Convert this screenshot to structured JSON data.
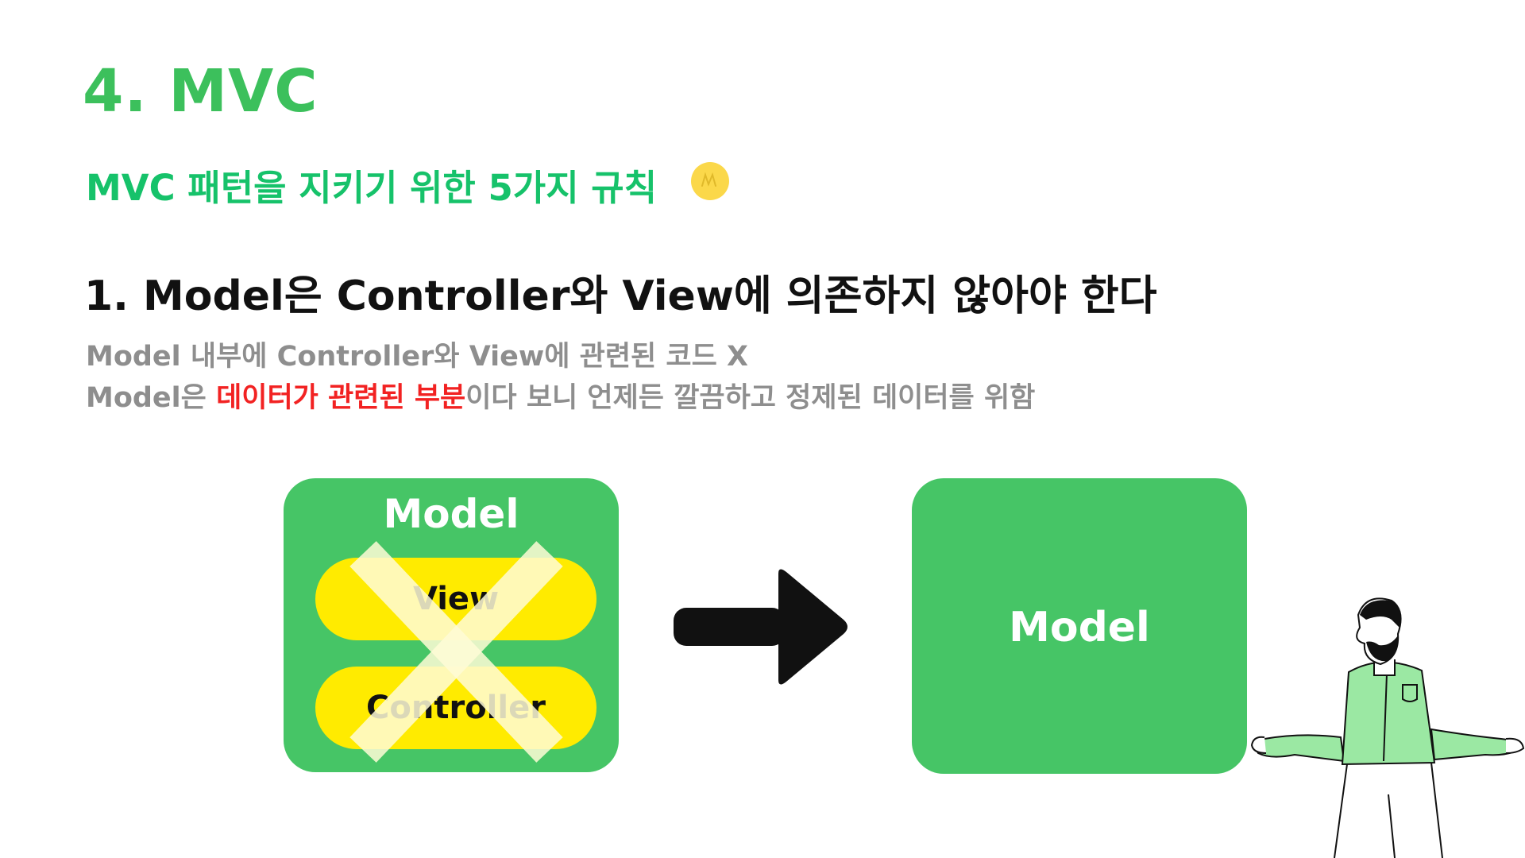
{
  "section_title": "4. MVC",
  "subtitle": "MVC 패턴을 지키기 위한 5가지 규칙",
  "rule_heading": "1. Model은 Controller와 View에 의존하지 않아야 한다",
  "description": {
    "line1": "Model 내부에 Controller와 View에 관련된 코드 X",
    "line2_prefix": "Model은 ",
    "line2_highlight": "데이터가 관련된 부분",
    "line2_suffix": "이다 보니 언제든 깔끔하고 정제된 데이터를 위함"
  },
  "diagram": {
    "before": {
      "title": "Model",
      "items": [
        "View",
        "Controller"
      ]
    },
    "after": {
      "title": "Model"
    }
  },
  "colors": {
    "accent_green": "#3cc05c",
    "subtitle_green": "#16c26a",
    "box_green": "#46c566",
    "pill_yellow": "#ffeb00",
    "highlight_red": "#f22222",
    "muted_gray": "#8e8e8e"
  },
  "icons": [
    "sticker-icon",
    "cross-icon",
    "right-arrow-icon",
    "person-illustration"
  ]
}
